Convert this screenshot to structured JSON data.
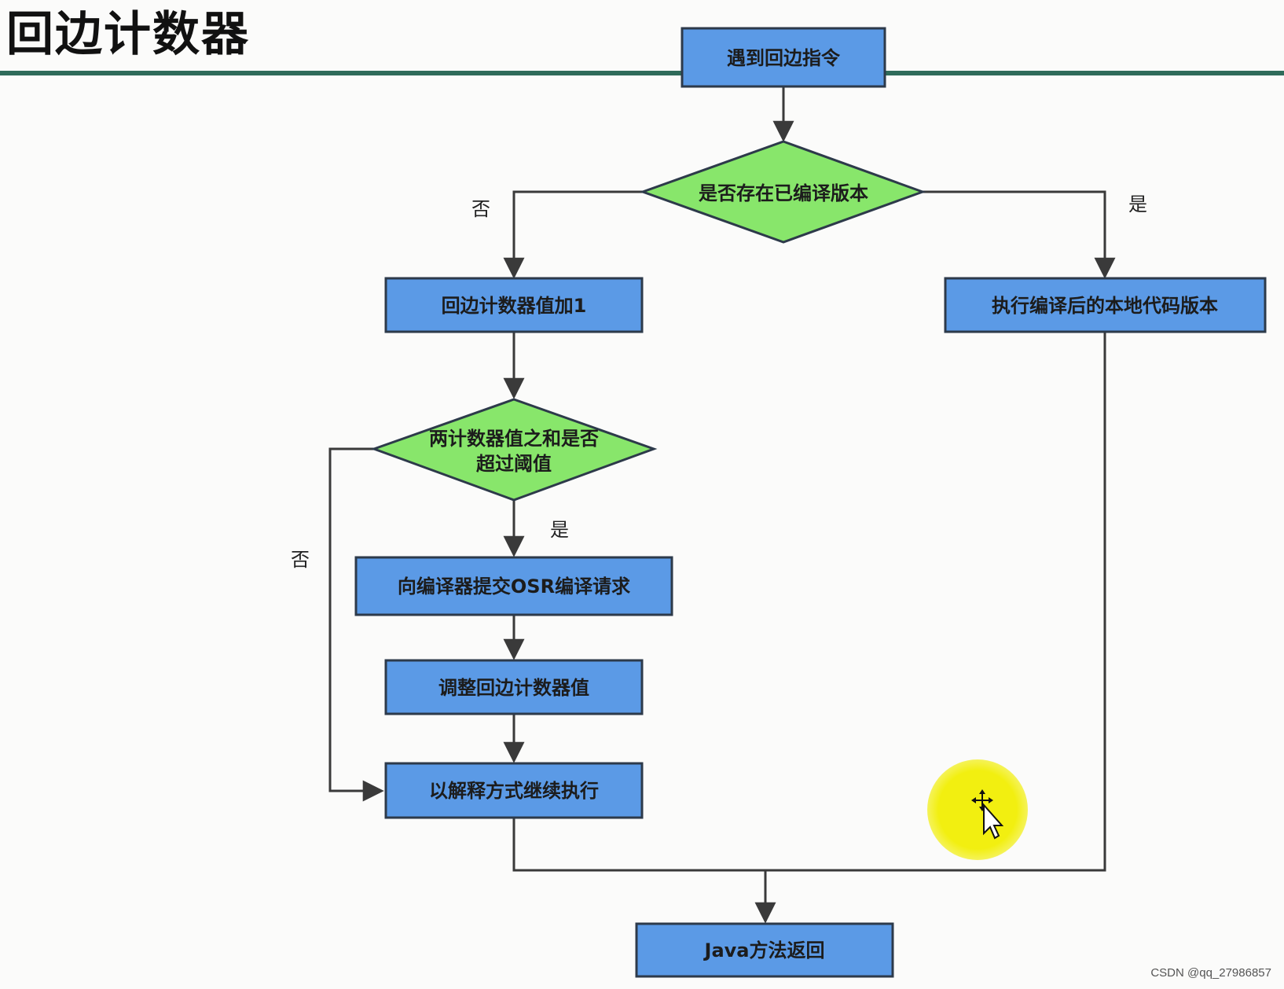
{
  "title": "回边计数器",
  "nodes": {
    "start": "遇到回边指令",
    "decision_compiled": "是否存在已编译版本",
    "increment": "回边计数器值加1",
    "execute_native": "执行编译后的本地代码版本",
    "decision_threshold_line1": "两计数器值之和是否",
    "decision_threshold_line2": "超过阈值",
    "submit_osr": "向编译器提交OSR编译请求",
    "adjust": "调整回边计数器值",
    "interpret": "以解释方式继续执行",
    "return": "Java方法返回"
  },
  "edge_labels": {
    "compiled_no": "否",
    "compiled_yes": "是",
    "threshold_yes": "是",
    "threshold_no": "否"
  },
  "colors": {
    "box_fill": "#5b9ae6",
    "box_stroke": "#2d3a4a",
    "diamond_fill": "#88e66b",
    "diamond_stroke": "#2d3a4a",
    "line": "#3a3a3a",
    "title_rule": "#2f6b5a"
  },
  "watermark": "CSDN @qq_27986857"
}
